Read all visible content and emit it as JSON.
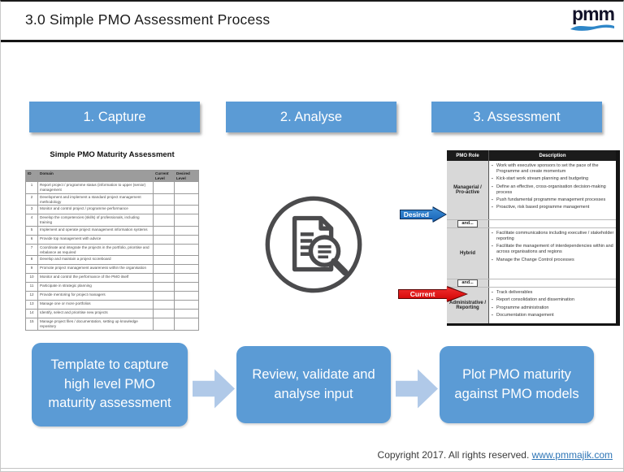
{
  "header": {
    "title": "3.0 Simple PMO Assessment Process",
    "logo_text": "pmm"
  },
  "stages": [
    {
      "label": "1. Capture"
    },
    {
      "label": "2. Analyse"
    },
    {
      "label": "3. Assessment"
    }
  ],
  "capture": {
    "title": "Simple PMO Maturity Assessment",
    "columns": {
      "id": "ID",
      "domain": "Domain",
      "current": "Current Level",
      "desired": "Desired Level"
    },
    "rows": [
      {
        "id": "1",
        "domain": "Report project / programme status (information to upper (senior) management"
      },
      {
        "id": "2",
        "domain": "Development and implement a standard project management methodology"
      },
      {
        "id": "3",
        "domain": "Monitor and control project / programme performance"
      },
      {
        "id": "4",
        "domain": "Develop the competencies (skills) of professionals, including training"
      },
      {
        "id": "5",
        "domain": "Implement and operate project management information systems"
      },
      {
        "id": "6",
        "domain": "Provide top management with advice"
      },
      {
        "id": "7",
        "domain": "Coordinate and integrate the projects in the portfolio, prioritise and rebalance as required"
      },
      {
        "id": "8",
        "domain": "Develop and maintain a project scoreboard"
      },
      {
        "id": "9",
        "domain": "Promote project management awareness within the organisation"
      },
      {
        "id": "10",
        "domain": "Monitor and control the performance of the PMO itself"
      },
      {
        "id": "11",
        "domain": "Participate in strategic planning"
      },
      {
        "id": "12",
        "domain": "Provide mentoring for project managers"
      },
      {
        "id": "13",
        "domain": "Manage one or more portfolios"
      },
      {
        "id": "14",
        "domain": "Identify, select and prioritise new projects"
      },
      {
        "id": "15",
        "domain": "Manage project files / documentation, setting up knowledge repository"
      }
    ]
  },
  "analyse_icon": "document-magnifier-icon",
  "assessment": {
    "col_role": "PMO Role",
    "col_desc": "Description",
    "desired_label": "Desired",
    "current_label": "Current",
    "sections": [
      {
        "role": "Managerial / Pro-active",
        "bullets": [
          "Work with executive sponsors to set the pace of the Programme and create momentum",
          "Kick-start work stream planning and budgeting",
          "Define an effective, cross-organisation decision-making process",
          "Push fundamental programme management processes",
          "Proactive, risk based programme management"
        ]
      },
      {
        "separator": "and..."
      },
      {
        "role": "Hybrid",
        "bullets": [
          "Facilitate communications including executive / stakeholder reporting",
          "Facilitate the management of interdependencies within and across organisations and regions",
          "Manage the Change Control processes"
        ]
      },
      {
        "separator": "and..."
      },
      {
        "role": "Administrative / Reporting",
        "bullets": [
          "Track deliverables",
          "Report consolidation and dissemination",
          "Programme administration",
          "Documentation management"
        ]
      }
    ]
  },
  "flow": {
    "boxes": [
      {
        "text": "Template to capture high level PMO maturity assessment"
      },
      {
        "text": "Review, validate and analyse input"
      },
      {
        "text": "Plot PMO maturity against PMO models"
      }
    ]
  },
  "footer": {
    "copyright": "Copyright 2017.  All rights reserved. ",
    "link": "www.pmmajik.com"
  },
  "colors": {
    "stage_blue": "#5B9BD5",
    "flow_arrow_blue": "#B0C9E8",
    "desired_blue": "#1663B8",
    "current_red": "#CF0202",
    "table_header_black": "#1B1B1B",
    "role_column_gray": "#D8D8D8"
  }
}
